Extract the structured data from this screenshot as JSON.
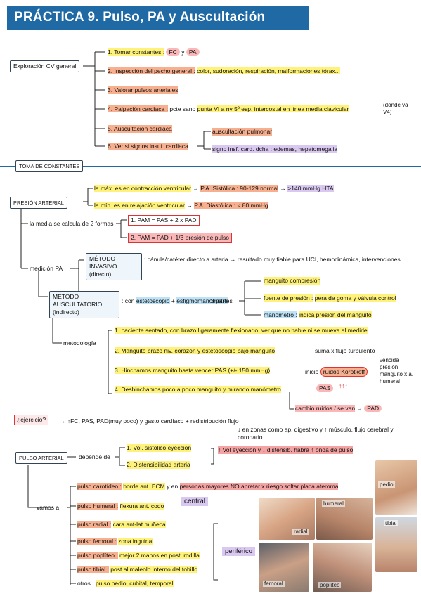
{
  "title": "PRÁCTICA 9. Pulso, PA y Auscultación Cardiaca",
  "exploracion": {
    "root": "Exploración CV general",
    "i1": "1. Tomar constantes :",
    "i1a": "FC",
    "i1y": "y",
    "i1b": "PA",
    "i2": "2. Inspección del pecho general :",
    "i2d": "color, sudoración, respiración, malformaciones tórax...",
    "i3": "3. Valorar pulsos arteriales",
    "i4": "4. Palpación cardiaca :",
    "i4d1": "pcte sano",
    "i4d2": "punta VI a nv 5º esp. intercostal en línea media clavicular",
    "i4d3": "(donde va V4)",
    "i5": "5. Auscultación cardiaca",
    "i6": "6. Ver si signos insuf. cardiaca",
    "i6a": "auscultación pulmonar",
    "i6b": "signo insf. card. dcha : edemas, hepatomegalia"
  },
  "toma": {
    "header": "TOMA DE CONSTANTES",
    "pa": "PRESIÓN ARTERIAL",
    "max": "la máx. es en contracción ventricular",
    "pas": "P.A. Sistólica : 90-129 normal",
    "hta": ">140 mmHg HTA",
    "min": "la mín. es en relajación ventricular",
    "pad": "P.A. Diastólica : < 80 mmHg",
    "media": "la media se calcula de 2 formas",
    "f1": "1. PAM = PAS + 2 x PAD",
    "f2": "2. PAM = PAD + 1/3 presión de pulso",
    "invasivo": "MÉTODO INVASIVO (directo)",
    "invasivo_d": ": cánula/catéter directo a arteria → resultado muy fiable para UCI, hemodinámica, intervenciones...",
    "medicion": "medición PA",
    "auscult": "MÉTODO AUSCULTATORIO (indirecto)",
    "auscult_d1": ": con",
    "auscult_d2": "estetoscopio",
    "auscult_d3": "+",
    "auscult_d4": "esfigmomanómetro",
    "partes": "3 partes",
    "p1": "manguito compresión",
    "p2a": "fuente de presión :",
    "p2b": "pera de goma y válvula control",
    "p3a": "manómetro :",
    "p3b": "indica presión del manguito",
    "metodologia": "metodología",
    "m1": "1. paciente sentado, con brazo ligeramente flexionado, ver que no hable ni se mueva al medirle",
    "m2": "2. Manguito brazo niv. corazón y estetoscopio bajo manguito",
    "m3": "3. Hinchamos manguito hasta vencer PAS (+/- 150 mmHg)",
    "m4": "4. Deshinchamos poco a poco manguito y mirando manómetro",
    "suma": "suma x flujo turbulento",
    "inicio": "inicio",
    "korotkoff": "ruidos Korotkoff",
    "vencida": "vencida presión manguito x a. humeral",
    "pasbox": "PAS",
    "arrows": "↑↑↑",
    "cambio": "cambio ruidos / se van",
    "cambio_pad": "PAD"
  },
  "ejercicio": {
    "q": "¿ejercicio?",
    "a": "→ ↑FC, PAS, PAD(muy poco) y gasto cardíaco + redistribución flujo",
    "b": "↓ en zonas como ap. digestivo y ↑ músculo, flujo cerebral y coronario"
  },
  "pulso": {
    "header": "PULSO ARTERIAL",
    "depende": "depende de",
    "d1": "1. Vol. sistólico eyección",
    "d2": "2. Distensibilidad arteria",
    "note": "↑ Vol eyección y ↓ distensib. habrá ↑ onda de pulso",
    "vamos": "vamos a",
    "carotideo": "pulso carotídeo :",
    "carotideo_d": "borde ant. ECM",
    "carotideo_y": "y en",
    "carotideo_w": "personas mayores NO apretar x riesgo soltar placa ateroma",
    "humeral": "pulso humeral :",
    "humeral_d": "flexura ant. codo",
    "central": "central",
    "radial": "pulso radial :",
    "radial_d": "cara ant-lat muñeca",
    "femoral": "pulso femoral :",
    "femoral_d": "zona inguinal",
    "popliteo": "pulso poplíteo :",
    "popliteo_d": "mejor 2 manos en post. rodilla",
    "tibial": "pulso tibial :",
    "tibial_d": "post al maleolo interno del tobillo",
    "otros": "otros :",
    "otros_d": "pulso pedio, cubital, temporal",
    "periferico": "periférico"
  },
  "photos": {
    "pedio": "pedio",
    "humeral": "humeral",
    "radial": "radial",
    "tibial": "tibial",
    "femoral": "femoral",
    "popliteo": "poplíteo"
  }
}
